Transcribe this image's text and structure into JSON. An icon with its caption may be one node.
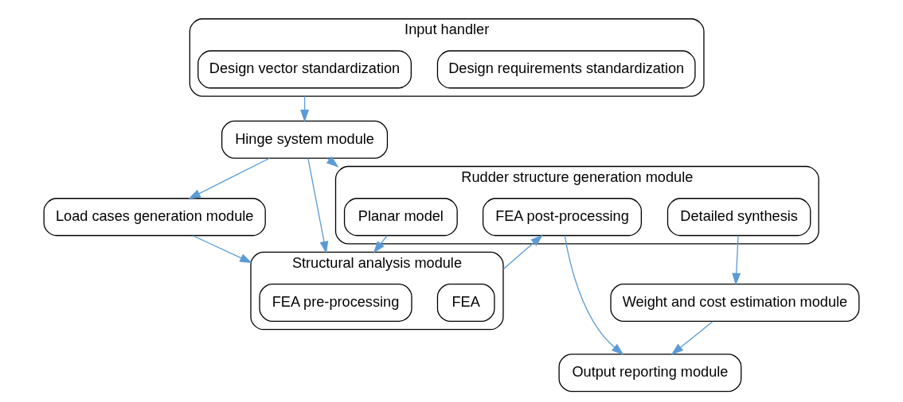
{
  "diagram": {
    "nodes": [
      {
        "text": [
          "Input handler"
        ]
      },
      {
        "text": [
          "Design requirements standardization"
        ],
        "in": 0
      },
      {
        "text": [
          "Design vector standardization"
        ],
        "in": 0
      },
      {
        "text": [
          "Load cases generation module"
        ]
      },
      {
        "text": [
          "Hinge system module"
        ]
      },
      {
        "text": [
          "Rudder structure generation module"
        ]
      },
      {
        "text": [
          "Planar model"
        ],
        "in": 5
      },
      {
        "text": [
          "Detailed synthesis"
        ],
        "in": 5
      },
      {
        "text": [
          "FEA post-processing"
        ],
        "in": 5
      },
      {
        "text": [
          "Structural analysis module"
        ]
      },
      {
        "text": [
          "FEA pre-processing"
        ],
        "in": 9
      },
      {
        "text": [
          "FEA"
        ],
        "in": 9
      },
      {
        "text": [
          "Weight and cost estimation module"
        ]
      },
      {
        "text": [
          "Output reporting module"
        ]
      }
    ],
    "edges": [
      {
        "from": 0,
        "to": 4,
        "arrow": "to"
      },
      {
        "from": 4,
        "to": 3,
        "arrow": "to"
      },
      {
        "from": 4,
        "to": 5,
        "arrow": "to"
      },
      {
        "from": 4,
        "to": 9,
        "arrow": "to"
      },
      {
        "from": 6,
        "to": 9,
        "arrow": "to"
      },
      {
        "from": 3,
        "to": 9,
        "arrow": "to"
      },
      {
        "from": 9,
        "to": 8,
        "arrow": "to"
      },
      {
        "from": 7,
        "to": 12,
        "arrow": "to"
      },
      {
        "from": 12,
        "to": 13,
        "arrow": "to"
      },
      {
        "from": 8,
        "to": 13,
        "arrow": "to"
      }
    ]
  }
}
